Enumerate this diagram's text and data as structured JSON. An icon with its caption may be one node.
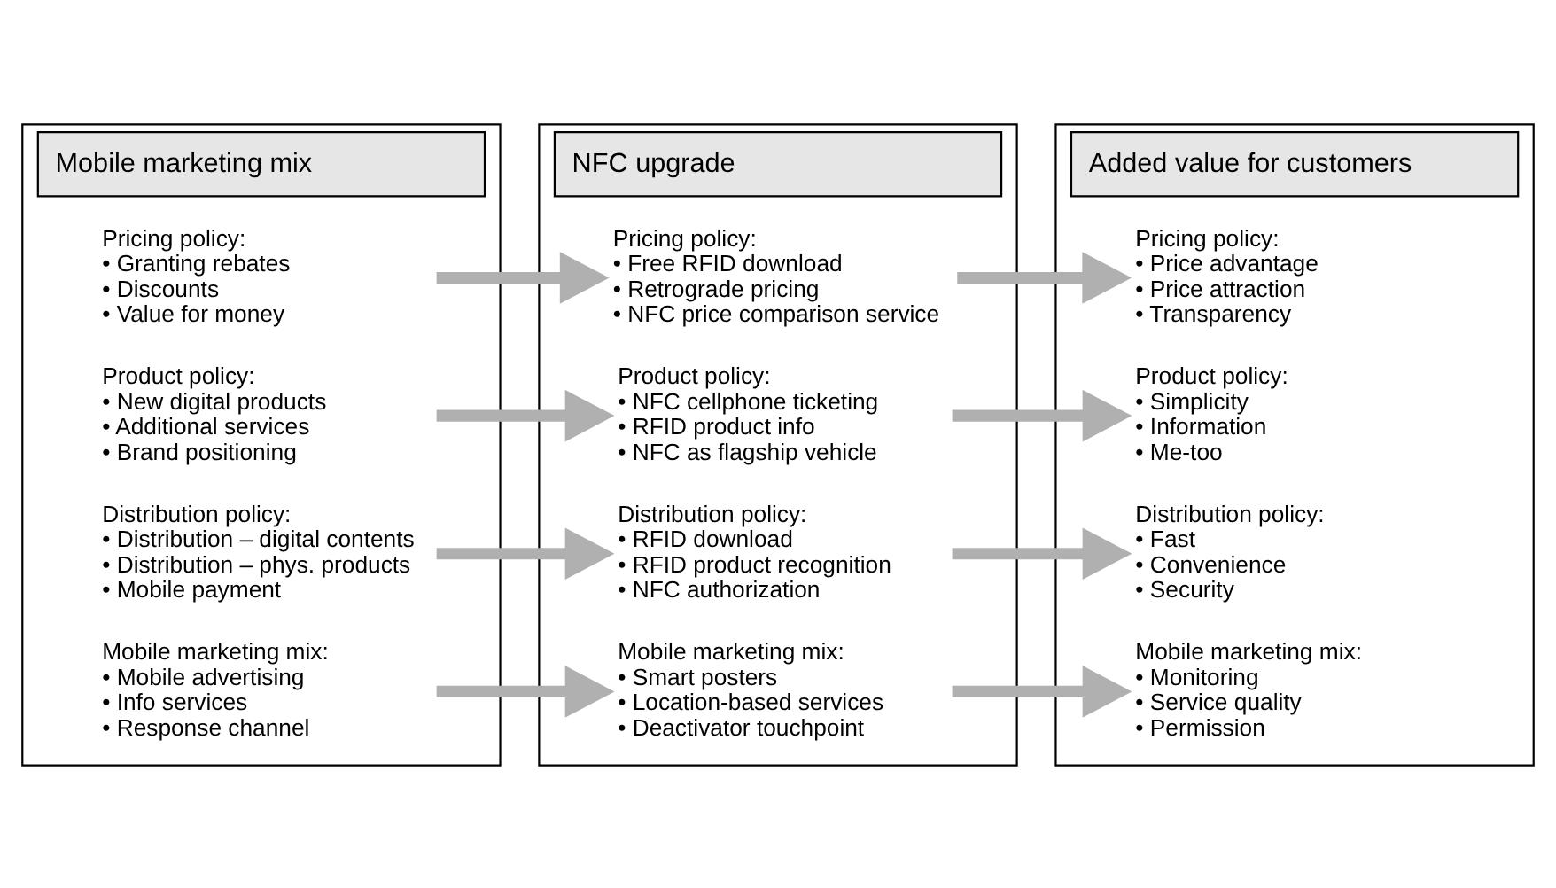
{
  "diagram": {
    "nodes": [
      {
        "text": [
          "Mobile marketing mix"
        ]
      },
      {
        "text": [
          "Mobile marketing mix:",
          "• Mobile advertising",
          "• Info services",
          "• Response channel"
        ],
        "in": 0
      },
      {
        "text": [
          "Distribution policy:",
          "• Distribution – digital contents",
          "• Distribution – phys. products",
          "• Mobile payment"
        ],
        "in": 0
      },
      {
        "text": [
          "Product policy:",
          "• New digital products",
          "• Additional services",
          "• Brand positioning"
        ],
        "in": 0
      },
      {
        "text": [
          "Pricing policy:",
          "• Granting rebates",
          "• Discounts",
          "• Value for money"
        ],
        "in": 0
      },
      {
        "text": [
          "NFC upgrade"
        ]
      },
      {
        "text": [
          "Mobile marketing mix:",
          "• Smart posters",
          "• Location-based services",
          "• Deactivator touchpoint"
        ],
        "in": 5
      },
      {
        "text": [
          "Distribution policy:",
          "• RFID download",
          "• RFID product recognition",
          "• NFC authorization"
        ],
        "in": 5
      },
      {
        "text": [
          "Product policy:",
          "• NFC cellphone ticketing",
          "• RFID product info",
          "• NFC as flagship vehicle"
        ],
        "in": 5
      },
      {
        "text": [
          "Pricing policy:",
          "• Free RFID download",
          "• Retrograde pricing",
          "• NFC price comparison service"
        ],
        "in": 5
      },
      {
        "text": [
          "Added value for customers"
        ]
      },
      {
        "text": [
          "Mobile marketing mix:",
          "• Monitoring",
          "• Service quality",
          "• Permission"
        ],
        "in": 10
      },
      {
        "text": [
          "Distribution policy:",
          "• Fast",
          "• Convenience",
          "• Security"
        ],
        "in": 10
      },
      {
        "text": [
          "Product policy:",
          "• Simplicity",
          "• Information",
          "• Me-too"
        ],
        "in": 10
      },
      {
        "text": [
          "Pricing policy:",
          "• Price advantage",
          "• Price attraction",
          "• Transparency"
        ],
        "in": 10
      }
    ],
    "edges": [
      {
        "from": 1,
        "to": 6,
        "arrow": "to"
      },
      {
        "from": 2,
        "to": 7,
        "arrow": "to"
      },
      {
        "from": 3,
        "to": 8,
        "arrow": "to"
      },
      {
        "from": 4,
        "to": 9,
        "arrow": "to"
      },
      {
        "from": 6,
        "to": 11,
        "arrow": "to"
      },
      {
        "from": 7,
        "to": 12,
        "arrow": "to"
      },
      {
        "from": 8,
        "to": 13,
        "arrow": "to"
      },
      {
        "from": 9,
        "to": 14,
        "arrow": "to"
      }
    ]
  }
}
